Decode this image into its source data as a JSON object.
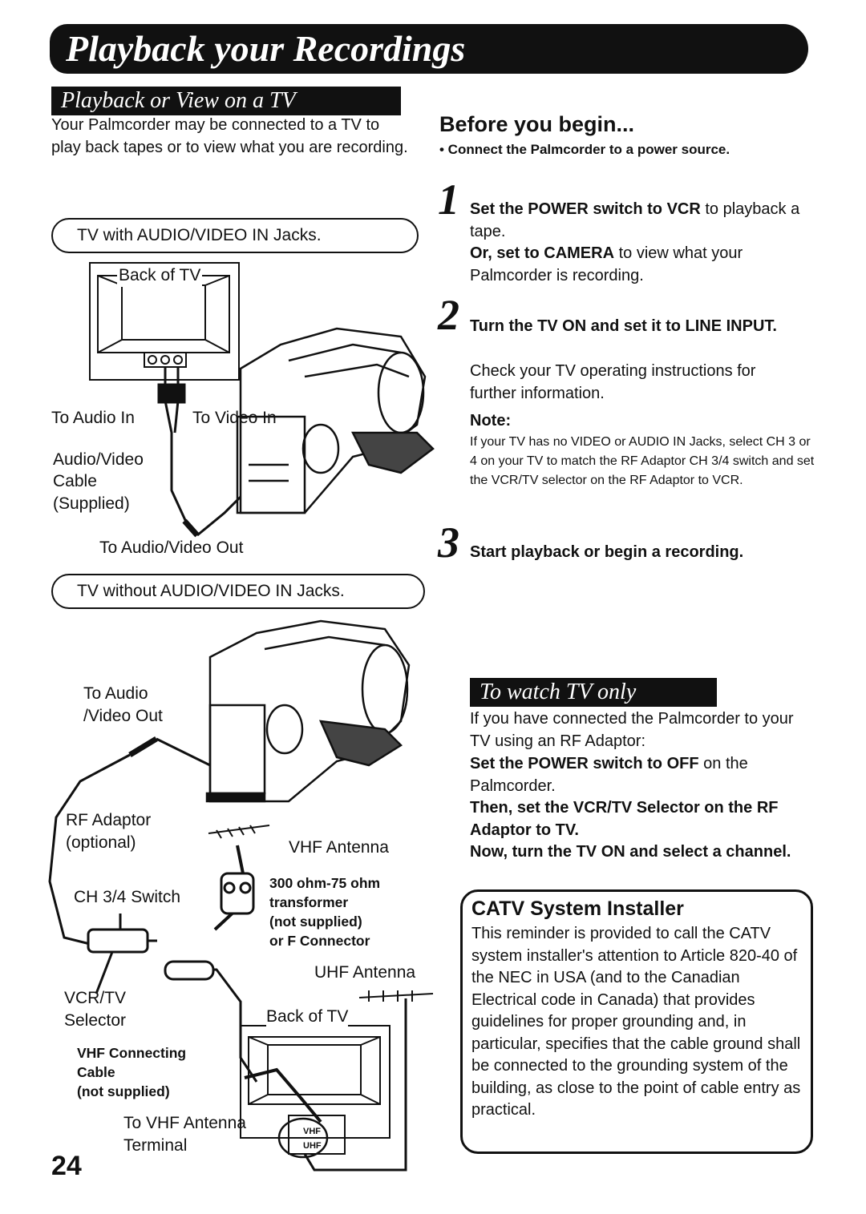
{
  "header": {
    "title": "Playback your Recordings"
  },
  "left": {
    "section_title": "Playback or View on a TV",
    "intro": "Your Palmcorder may be connected to a TV to play back tapes or to view what you are recording.",
    "with_jacks_title": "TV with AUDIO/VIDEO IN Jacks.",
    "back_of_tv_1": "Back of TV",
    "to_audio_in": "To Audio In",
    "to_video_in": "To Video In",
    "av_cable_line1": "Audio/Video",
    "av_cable_line2": "Cable",
    "av_cable_line3": "(Supplied)",
    "to_av_out": "To Audio/Video Out",
    "without_jacks_title": "TV without AUDIO/VIDEO IN Jacks.",
    "to_audio_line1": "To Audio",
    "to_audio_line2": "/Video Out",
    "rf_adaptor_line1": "RF Adaptor",
    "rf_adaptor_line2": "(optional)",
    "vhf_antenna": "VHF Antenna",
    "transformer_line1": "300 ohm-75 ohm",
    "transformer_line2": "transformer",
    "transformer_line3": "(not supplied)",
    "transformer_line4": "or F Connector",
    "ch_switch": "CH 3/4 Switch",
    "uhf_antenna": "UHF Antenna",
    "vcrtv_line1": "VCR/TV",
    "vcrtv_line2": "Selector",
    "back_of_tv_2": "Back of TV",
    "vhf_cable_line1": "VHF Connecting",
    "vhf_cable_line2": "Cable",
    "vhf_cable_line3": "(not supplied)",
    "to_vhf_line1": "To VHF Antenna",
    "to_vhf_line2": "Terminal",
    "vhf_terminal": "VHF",
    "uhf_terminal": "UHF"
  },
  "right": {
    "before_title": "Before you begin...",
    "before_bullet": "• Connect the Palmcorder to a power source.",
    "step1": {
      "num": "1",
      "bold1": "Set the POWER switch to VCR",
      "text1": " to playback a tape.",
      "bold2": "Or, set to CAMERA",
      "text2": " to view what your Palmcorder is recording."
    },
    "step2": {
      "num": "2",
      "bold": "Turn the TV ON and set it to LINE INPUT.",
      "text": "Check your TV operating instructions for further information.",
      "note_label": "Note:",
      "note_text": "If your TV has no VIDEO or AUDIO IN Jacks, select CH 3 or 4 on your TV to match the RF Adaptor CH 3/4 switch and set the VCR/TV selector on the RF Adaptor to VCR."
    },
    "step3": {
      "num": "3",
      "bold": "Start playback or begin a recording."
    },
    "watch_title": "To watch TV only",
    "watch_intro": "If you have connected the Palmcorder to your TV using an RF Adaptor:",
    "watch_bold1": "Set the POWER switch to OFF",
    "watch_text1": " on the Palmcorder.",
    "watch_bold2": "Then, set the VCR/TV Selector on the RF Adaptor to TV.",
    "watch_bold3": "Now, turn the TV ON and select a channel.",
    "catv_title": "CATV System Installer",
    "catv_text": "This reminder is provided to call the CATV system installer's attention to Article 820-40 of the NEC in USA (and to the Canadian Electrical code in Canada) that provides guidelines for proper grounding and, in particular, specifies that the cable ground shall be connected to the grounding system of the building, as close to the point of cable entry as practical."
  },
  "page_number": "24"
}
